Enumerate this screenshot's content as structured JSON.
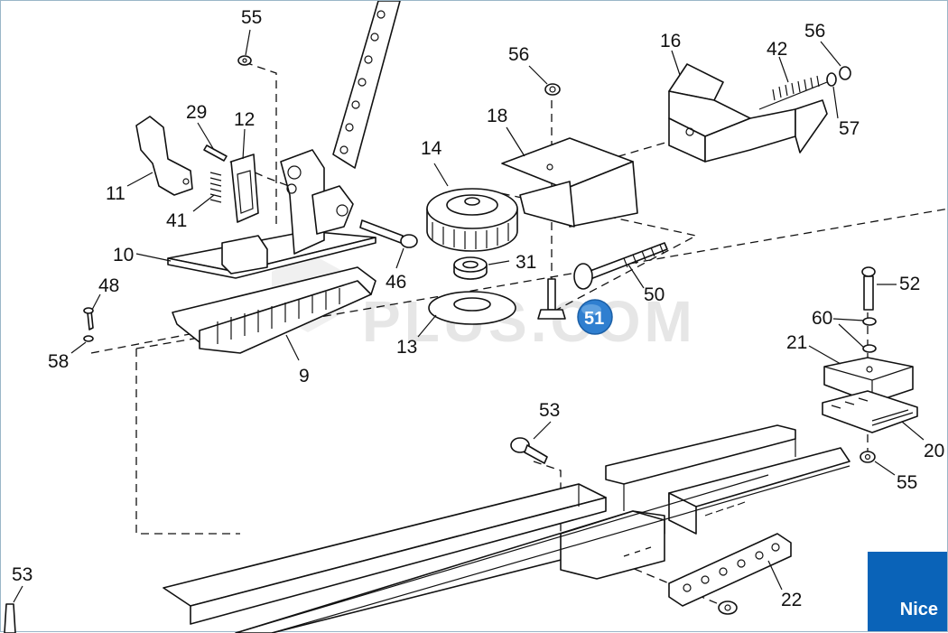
{
  "diagram": {
    "labels": {
      "p55a": "55",
      "p29": "29",
      "p12": "12",
      "p11": "11",
      "p41": "41",
      "p10": "10",
      "p48": "48",
      "p58": "58",
      "p9": "9",
      "p46": "46",
      "p14": "14",
      "p31": "31",
      "p13": "13",
      "p56a": "56",
      "p18": "18",
      "p50": "50",
      "p51": "51",
      "p16": "16",
      "p42": "42",
      "p56b": "56",
      "p57": "57",
      "p52": "52",
      "p60": "60",
      "p21": "21",
      "p20": "20",
      "p55b": "55",
      "p53a": "53",
      "p53b": "53",
      "p22": "22"
    },
    "watermark": "PLUS.COM",
    "brand_logo": "Nice",
    "highlight_color": "#2f7fd0"
  }
}
